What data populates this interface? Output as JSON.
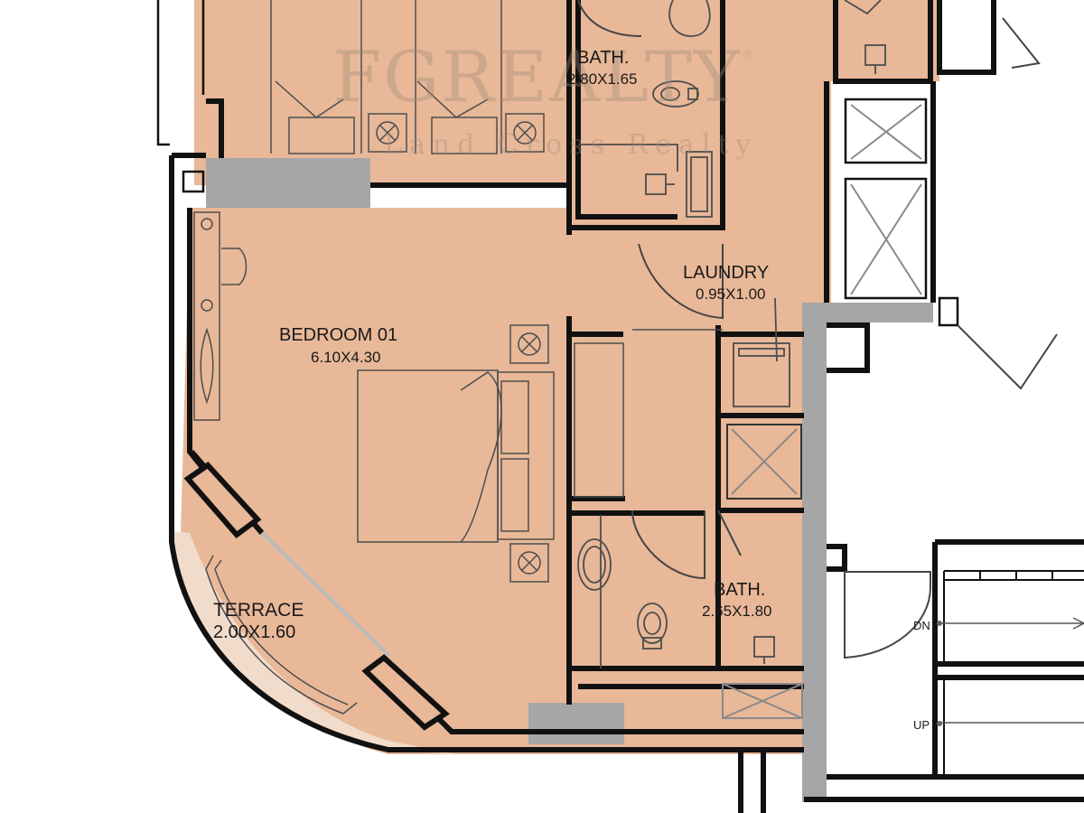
{
  "watermark": {
    "brand": "FGREALTY",
    "registered": "®",
    "tagline": "Land  Cross Realty"
  },
  "rooms": {
    "bath_top": {
      "name": "BATH.",
      "size": "2.80X1.65"
    },
    "laundry": {
      "name": "LAUNDRY",
      "size": "0.95X1.00"
    },
    "bedroom": {
      "name": "BEDROOM 01",
      "size": "6.10X4.30"
    },
    "bath_bottom": {
      "name": "BATH.",
      "size": "2.65X1.80"
    },
    "terrace": {
      "name": "TERRACE",
      "size": "2.00X1.60"
    }
  },
  "stair": {
    "down": "DN",
    "up": "UP"
  },
  "colors": {
    "floor": "#e8b898",
    "wall": "#111111",
    "column": "#a6a6a6",
    "fixture": "#4d4d4d"
  }
}
